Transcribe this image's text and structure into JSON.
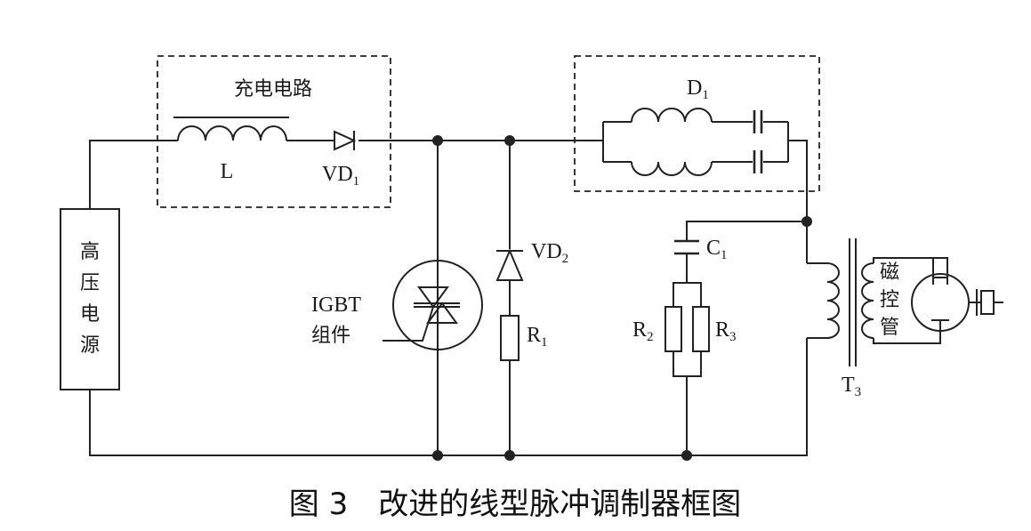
{
  "caption": "图 3　改进的线型脉冲调制器框图",
  "blocks": {
    "power_supply": {
      "chars": [
        "高",
        "压",
        "电",
        "源"
      ]
    },
    "charging_circuit": {
      "title": "充电电路"
    },
    "magnetron": {
      "chars": [
        "磁",
        "控",
        "管"
      ]
    }
  },
  "components": {
    "inductor": {
      "label": "L"
    },
    "diode_vd1": {
      "label": "VD",
      "sub": "1"
    },
    "line_d1": {
      "label": "D",
      "sub": "1"
    },
    "diode_vd2": {
      "label": "VD",
      "sub": "2"
    },
    "resistor_r1": {
      "label": "R",
      "sub": "1"
    },
    "capacitor_c1": {
      "label": "C",
      "sub": "1"
    },
    "resistor_r2": {
      "label": "R",
      "sub": "2"
    },
    "resistor_r3": {
      "label": "R",
      "sub": "3"
    },
    "transformer_t3": {
      "label": "T",
      "sub": "3"
    },
    "igbt": {
      "line1": "IGBT",
      "line2": "组件"
    }
  },
  "colors": {
    "ink": "#222222",
    "background": "#ffffff"
  }
}
